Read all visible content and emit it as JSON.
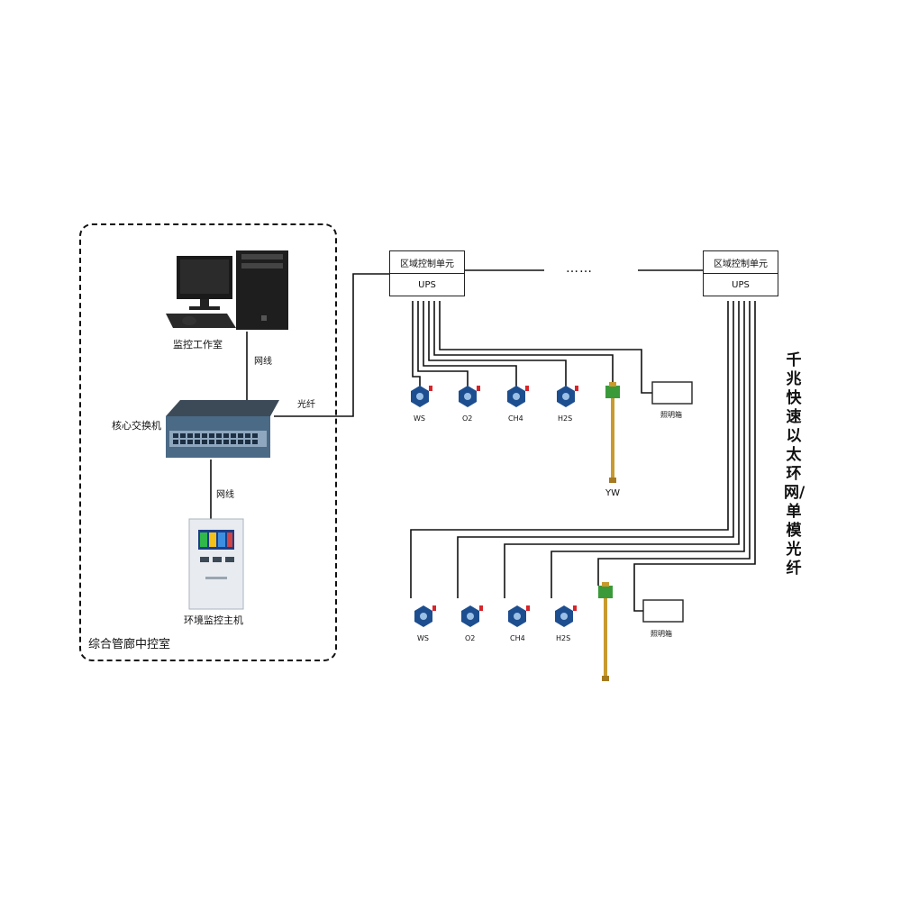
{
  "control_room": {
    "label": "综合管廊中控室",
    "workstation_label": "监控工作室",
    "switch_label": "核心交换机",
    "host_label": "环境监控主机",
    "net_cable_top": "网线",
    "net_cable_bottom": "网线",
    "fiber_label": "光纤"
  },
  "zone_units": [
    {
      "title": "区域控制单元",
      "ups": "UPS"
    },
    {
      "title": "区域控制单元",
      "ups": "UPS"
    }
  ],
  "ellipsis": "……",
  "vertical_caption": "千兆快速以太环网/单模光纤",
  "row1": {
    "sensors": [
      "WS",
      "O2",
      "CH4",
      "H2S"
    ],
    "level_sensor": "YW",
    "light_box": "照明箱"
  },
  "row2": {
    "sensors": [
      "WS",
      "O2",
      "CH4",
      "H2S"
    ],
    "light_box": "照明箱"
  },
  "colors": {
    "line": "#111111",
    "sensor_blue": "#1d4e8f",
    "valve_green": "#3a9a3a",
    "rod_gold": "#c99a2e",
    "red_tip": "#d6262b"
  }
}
